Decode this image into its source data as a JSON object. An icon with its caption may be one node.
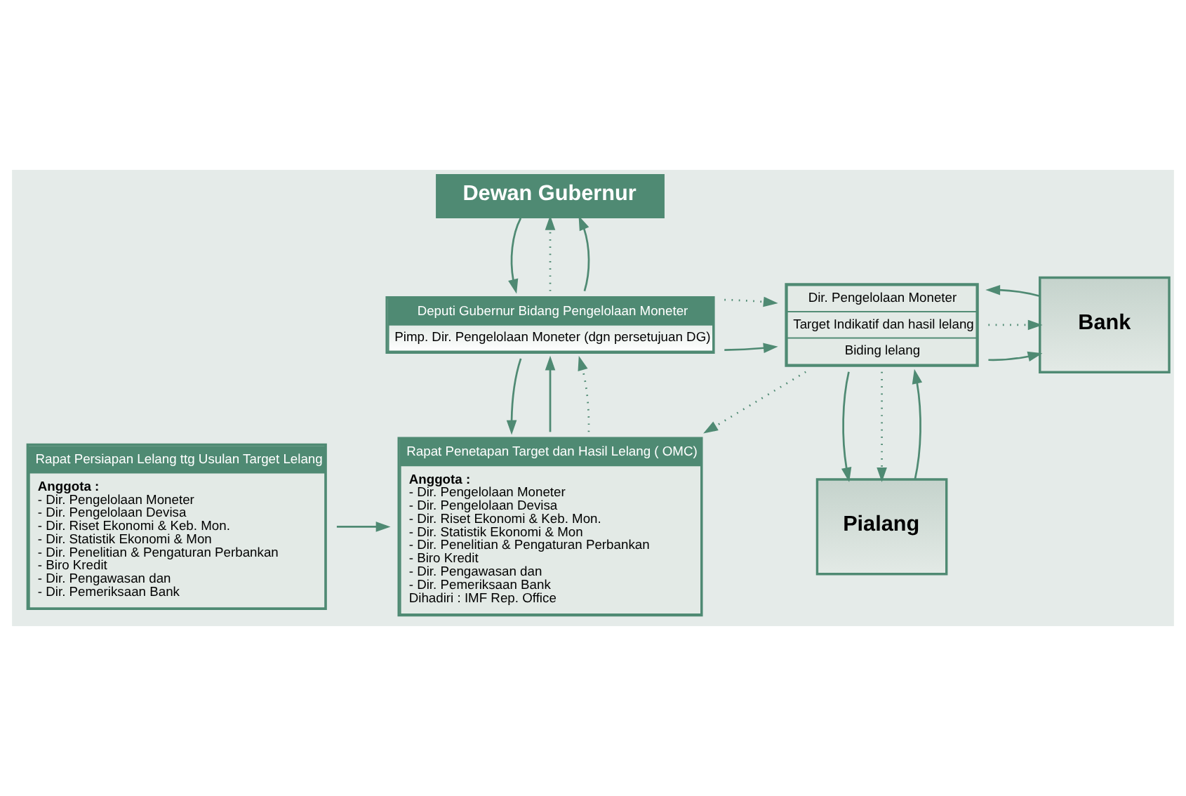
{
  "diagram": {
    "nodes": [
      {
        "text": [
          "Dewan Gubernur"
        ]
      },
      {
        "text": [
          "Deputi Gubernur Bidang Pengelolaan Moneter",
          "Pimp. Dir. Pengelolaan Moneter (dgn persetujuan DG)"
        ]
      },
      {
        "text": [
          "Dir. Pengelolaan Moneter",
          "Target Indikatif dan hasil lelang",
          "Biding lelang"
        ]
      },
      {
        "text": [
          "Bank"
        ]
      },
      {
        "text": [
          "Pialang"
        ]
      },
      {
        "text": [
          "Rapat Persiapan Lelang ttg Usulan Target Lelang",
          "Anggota :",
          "- Dir. Pengelolaan Moneter",
          "- Dir. Pengelolaan Devisa",
          "- Dir. Riset Ekonomi & Keb. Mon.",
          "- Dir. Statistik Ekonomi & Mon",
          "- Dir. Penelitian & Pengaturan Perbankan",
          "- Biro Kredit",
          "- Dir. Pengawasan dan",
          "- Dir. Pemeriksaan Bank"
        ]
      },
      {
        "text": [
          "Rapat Penetapan Target dan Hasil Lelang ( OMC)",
          "Anggota :",
          "- Dir. Pengelolaan Moneter",
          "- Dir. Pengelolaan Devisa",
          "- Dir. Riset Ekonomi & Keb. Mon.",
          "- Dir. Statistik Ekonomi & Mon",
          "- Dir. Penelitian & Pengaturan Perbankan",
          "- Biro Kredit",
          "- Dir. Pengawasan dan",
          "- Dir. Pemeriksaan Bank",
          "Dihadiri : IMF Rep. Office"
        ]
      }
    ],
    "edges": [
      {
        "from": 0,
        "to": 1,
        "arrow": "to"
      },
      {
        "from": 1,
        "to": 0,
        "arrow": "to",
        "style": "dashed"
      },
      {
        "from": 1,
        "to": 0,
        "arrow": "to"
      },
      {
        "from": 1,
        "to": 2,
        "arrow": "to"
      },
      {
        "from": 1,
        "to": 2,
        "arrow": "to",
        "style": "dashed"
      },
      {
        "from": 1,
        "to": 6,
        "arrow": "to"
      },
      {
        "from": 6,
        "to": 1,
        "arrow": "to"
      },
      {
        "from": 6,
        "to": 1,
        "arrow": "to",
        "style": "dashed"
      },
      {
        "from": 5,
        "to": 6,
        "arrow": "to"
      },
      {
        "from": 2,
        "to": 6,
        "arrow": "to",
        "style": "dashed"
      },
      {
        "from": 2,
        "to": 3,
        "arrow": "to"
      },
      {
        "from": 2,
        "to": 4,
        "arrow": "to"
      },
      {
        "from": 2,
        "to": 3,
        "arrow": "to",
        "style": "dashed"
      },
      {
        "from": 2,
        "to": 4,
        "arrow": "to",
        "style": "dashed"
      },
      {
        "from": 3,
        "to": 2,
        "arrow": "to"
      },
      {
        "from": 4,
        "to": 2,
        "arrow": "to"
      }
    ]
  }
}
